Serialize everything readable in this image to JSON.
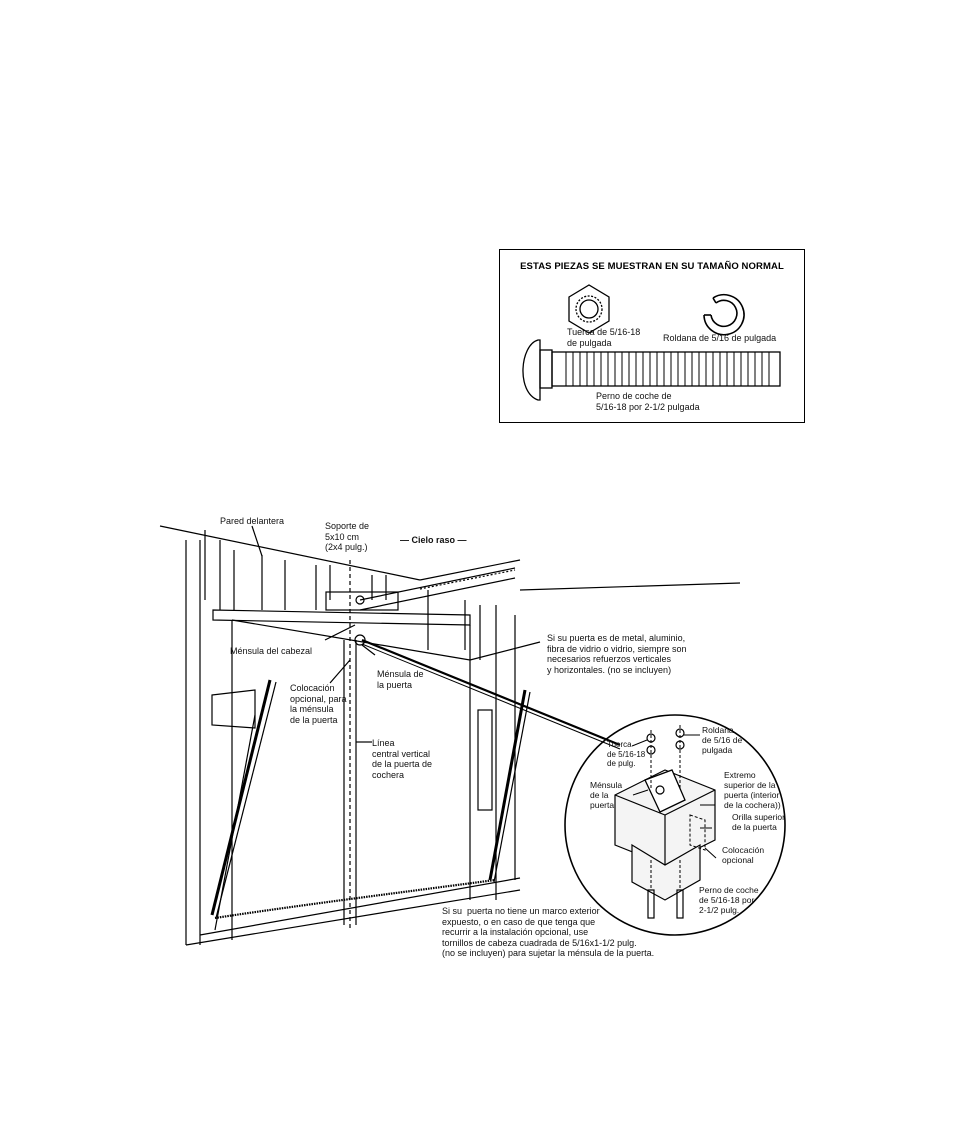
{
  "parts_box": {
    "title": "ESTAS PIEZAS SE MUESTRAN EN SU TAMAÑO NORMAL",
    "nut_label": "Tuerca de 5/16-18\nde pulgada",
    "washer_label": "Roldana de 5/16 de pulgada",
    "bolt_label": "Perno de coche de\n5/16-18 por 2-1/2 pulgada"
  },
  "diagram": {
    "labels": {
      "front_wall": "Pared delantera",
      "support": "Soporte de\n5x10 cm\n(2x4 pulg.)",
      "ceiling": "— Cielo raso —",
      "header_bracket": "Ménsula del cabezal",
      "door_bracket": "Ménsula de\nla puerta",
      "optional_placement": "Colocación\nopcional, para\nla ménsula\nde la puerta",
      "center_line": "Línea\ncentral vertical\nde la puerta de\ncochera",
      "metal_door_note": "Si su puerta es de metal, aluminio,\nfibra de vidrio o vidrio, siempre son\nnecesarios refuerzos verticales\ny horizontales. (no se incluyen)",
      "no_frame_note": "Si su  puerta no tiene un marco exterior\nexpuesto, o en caso de que tenga que\nrecurrir a la instalación opcional, use\ntornillos de cabeza cuadrada de 5/16x1-1/2 pulg.\n(no se incluyen) para sujetar la ménsula de la puerta."
    },
    "detail_labels": {
      "washer": "Roldana\nde 5/16 de\npulgada",
      "nut": "Tuerca\nde 5/16-18\nde pulg.",
      "door_bracket": "Ménsula\nde la\npuerta",
      "top_end": "Extremo\nsuperior de la\npuerta (interior\nde la cochera))",
      "top_edge": "Orilla superior\nde la puerta",
      "optional": "Colocación\nopcional",
      "bolt": "Perno de coche\nde 5/16-18 por\n2-1/2 pulg."
    }
  }
}
